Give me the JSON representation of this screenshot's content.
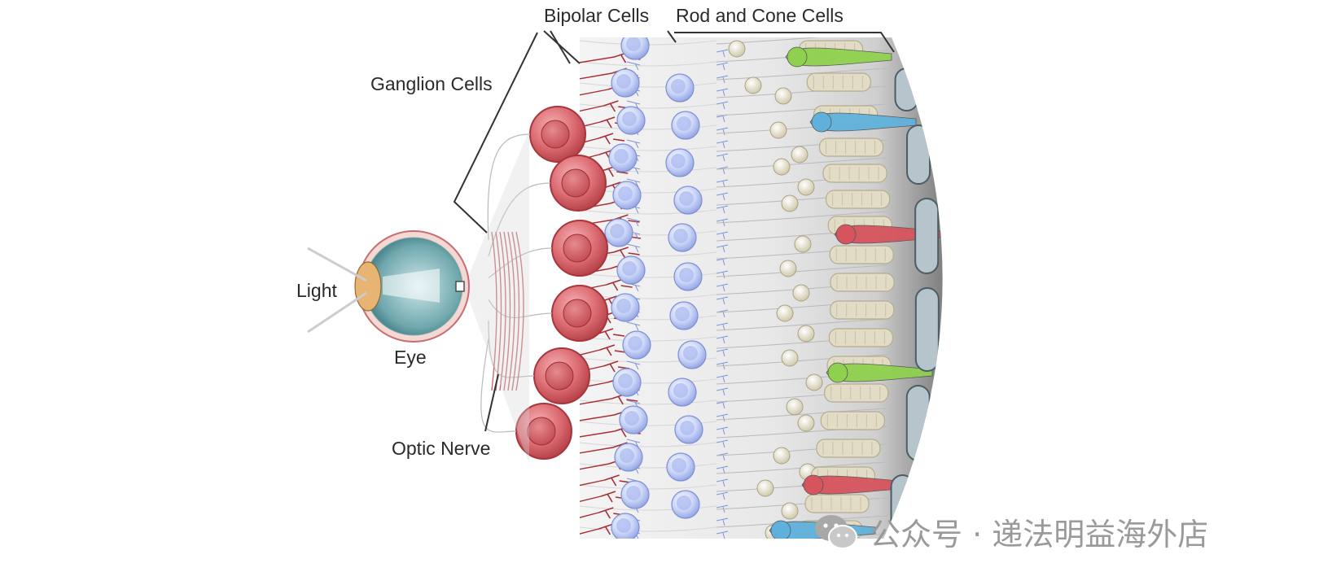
{
  "labels": {
    "bipolar": "Bipolar Cells",
    "rod_cone": "Rod and Cone Cells",
    "ganglion": "Ganglion Cells",
    "light": "Light",
    "eye": "Eye",
    "optic_nerve": "Optic  Nerve"
  },
  "watermark": {
    "text": "公众号 · 递法明益海外店",
    "icon": "wechat-icon"
  },
  "colors": {
    "ganglion": "#d9666e",
    "bipolar": "#a9b9ef",
    "rod": "#e2dcc6",
    "cone_green": "#8fd14f",
    "cone_blue": "#5fb1dc",
    "cone_red": "#d6545e",
    "dendrite_red": "#a72d35"
  }
}
